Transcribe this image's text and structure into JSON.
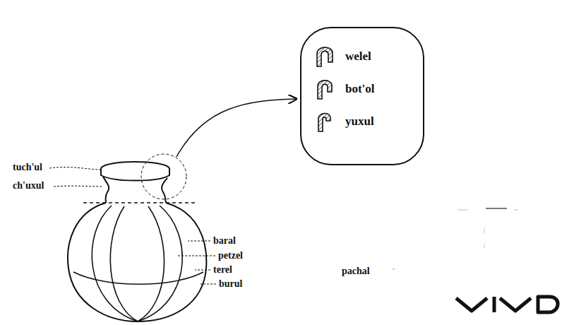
{
  "diagram": {
    "nodes": [
      {
        "text": [
          "welel",
          "bot'ol",
          "yuxul"
        ]
      }
    ],
    "labels": [
      "tuch'ul",
      "ch'uxul",
      "baral",
      "petzel",
      "terel",
      "burul",
      "pachal"
    ]
  }
}
